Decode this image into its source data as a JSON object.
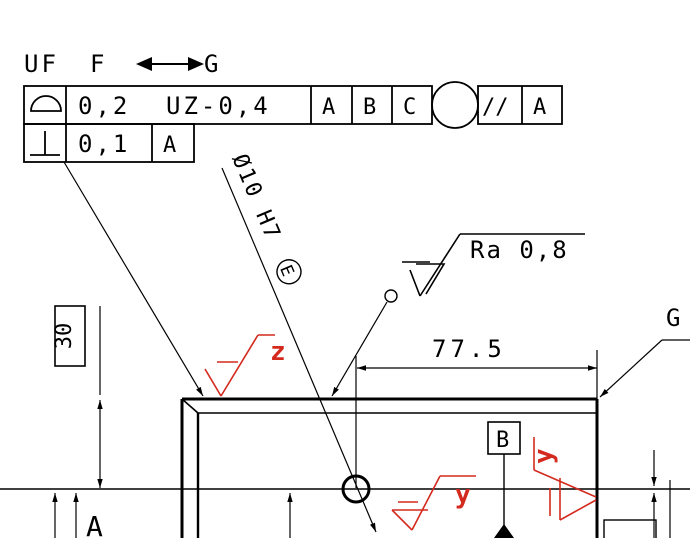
{
  "header_uf": "UF",
  "header_f": "F",
  "header_g": "G",
  "fcf1": {
    "tolerance": "0,2",
    "modifier": "UZ-0,4",
    "datum_a": "A",
    "datum_b": "B",
    "datum_c": "C",
    "parallel_symbol": "//",
    "parallel_datum": "A"
  },
  "fcf2": {
    "tolerance": "0,1",
    "datum": "A"
  },
  "hole_callout": "Ø10 H7",
  "envelope_symbol": "E",
  "roughness": "Ra 0,8",
  "dim_30": "30",
  "dim_77_5": "77.5",
  "label_g": "G",
  "label_z": "z",
  "label_y": "y",
  "label_y2": "y",
  "datum_b_box": "B",
  "datum_a_label": "A",
  "colors": {
    "ink": "#000000",
    "annotation_red": "#d42a1e"
  },
  "icons": [
    "profile-of-surface-icon",
    "perpendicularity-icon",
    "circle-icon",
    "parallelism-icon",
    "surface-finish-icon",
    "double-arrow-icon",
    "datum-triangle-icon"
  ]
}
